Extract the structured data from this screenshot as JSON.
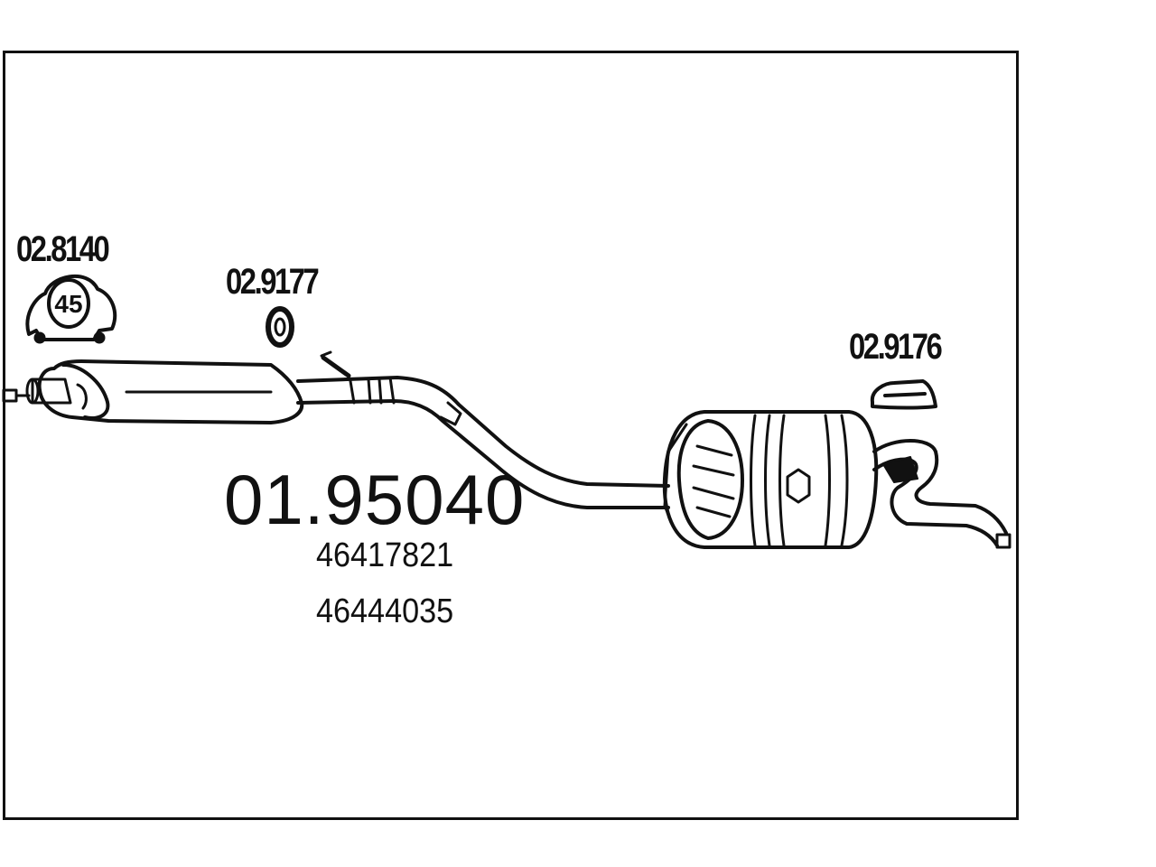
{
  "diagram": {
    "main_part_number": "01.95040",
    "oem_numbers": [
      "46417821",
      "46444035"
    ],
    "parts": [
      {
        "id": "clamp",
        "number": "02.8140",
        "badge": "45",
        "icon": "clamp-icon"
      },
      {
        "id": "rubber-ring-front",
        "number": "02.9177",
        "icon": "rubber-ring-icon"
      },
      {
        "id": "rubber-mount-rear",
        "number": "02.9176",
        "icon": "rubber-mount-icon"
      }
    ]
  }
}
